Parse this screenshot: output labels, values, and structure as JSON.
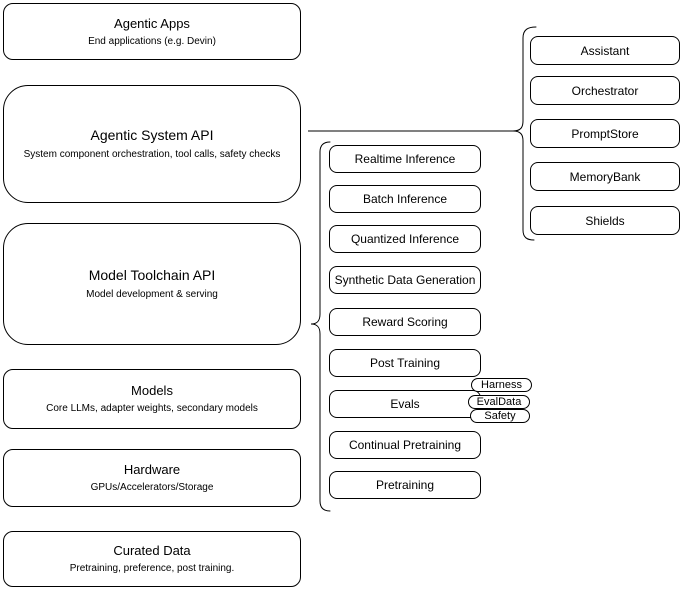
{
  "diagram_title": "Agentic system architecture stack",
  "colors": {
    "stroke": "#000000",
    "fill": "#ffffff",
    "text": "#000000",
    "background": "#ffffff"
  },
  "stack": [
    {
      "title": "Agentic Apps",
      "subtitle": "End applications (e.g. Devin)"
    },
    {
      "title": "Agentic System API",
      "subtitle": "System component orchestration, tool calls, safety checks"
    },
    {
      "title": "Model Toolchain API",
      "subtitle": "Model development & serving"
    },
    {
      "title": "Models",
      "subtitle": "Core LLMs, adapter weights, secondary models"
    },
    {
      "title": "Hardware",
      "subtitle": "GPUs/Accelerators/Storage"
    },
    {
      "title": "Curated Data",
      "subtitle": "Pretraining, preference, post training."
    }
  ],
  "toolchain_services": [
    "Realtime Inference",
    "Batch Inference",
    "Quantized Inference",
    "Synthetic Data Generation",
    "Reward Scoring",
    "Post Training",
    "Evals",
    "Continual Pretraining",
    "Pretraining"
  ],
  "evals_tags": [
    "Harness",
    "EvalData",
    "Safety"
  ],
  "system_components": [
    "Assistant",
    "Orchestrator",
    "PromptStore",
    "MemoryBank",
    "Shields"
  ]
}
